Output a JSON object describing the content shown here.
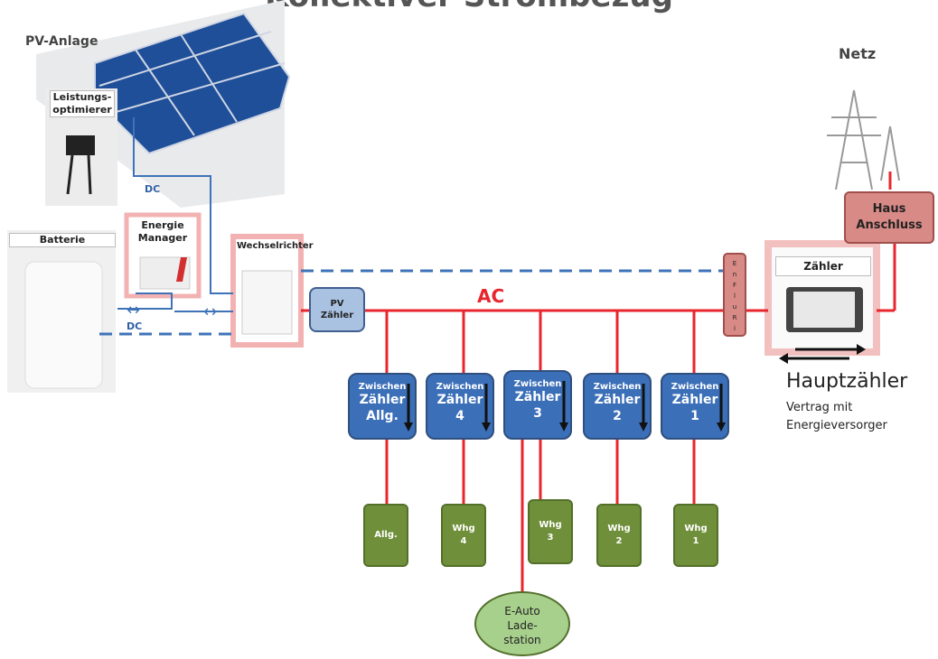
{
  "title": "Kollektiver Strombezug",
  "labels": {
    "pv_anlage": "PV-Anlage",
    "netz": "Netz",
    "leistungsoptimierer_1": "Leistungs-",
    "leistungsoptimierer_2": "optimierer",
    "batterie": "Batterie",
    "energie_manager_1": "Energie",
    "energie_manager_2": "Manager",
    "wechselrichter": "Wechselrichter",
    "dc_top": "DC",
    "dc_bottom": "DC",
    "ac": "AC",
    "pv_zaehler_1": "PV",
    "pv_zaehler_2": "Zähler",
    "enfluri": [
      "E",
      "n",
      "F",
      "l",
      "u",
      "R",
      "i"
    ],
    "zaehler": "Zähler",
    "haus_anschluss_1": "Haus",
    "haus_anschluss_2": "Anschluss",
    "hauptzaehler": "Hauptzähler",
    "vertrag_1": "Vertrag mit",
    "vertrag_2": "Energieversorger",
    "eauto_1": "E-Auto",
    "eauto_2": "Lade-",
    "eauto_3": "station"
  },
  "zwischen_zaehler": [
    {
      "top": "Zwischen",
      "mid": "Zähler",
      "bot": "Allg."
    },
    {
      "top": "Zwischen",
      "mid": "Zähler",
      "bot": "4"
    },
    {
      "top": "Zwischen",
      "mid": "Zähler",
      "bot": "3"
    },
    {
      "top": "Zwischen",
      "mid": "Zähler",
      "bot": "2"
    },
    {
      "top": "Zwischen",
      "mid": "Zähler",
      "bot": "1"
    }
  ],
  "wohnungen": [
    {
      "l1": "Allg.",
      "l2": ""
    },
    {
      "l1": "Whg",
      "l2": "4"
    },
    {
      "l1": "Whg",
      "l2": "3"
    },
    {
      "l1": "Whg",
      "l2": "2"
    },
    {
      "l1": "Whg",
      "l2": "1"
    }
  ],
  "colors": {
    "ac_line": "#e8262d",
    "dc_line": "#3f73b8",
    "meter_box": "#3b6fb8",
    "unit_box": "#6f8f3a",
    "haus_box": "#d88a86"
  }
}
